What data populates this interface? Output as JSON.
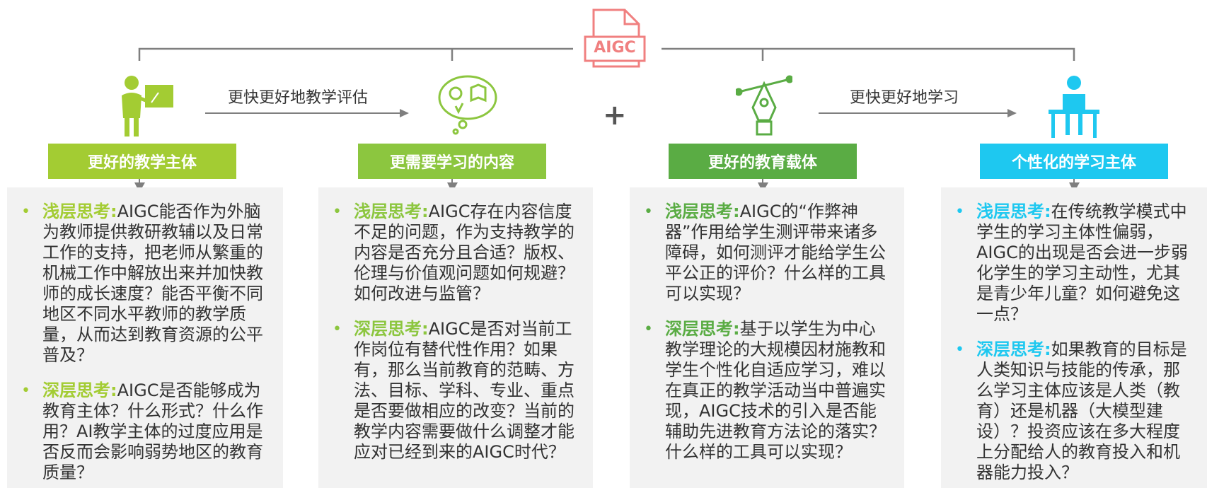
{
  "center_icon": {
    "label": "AIGC",
    "color": "#f08080"
  },
  "arrows": [
    {
      "label": "更快更好地教学评估"
    },
    {
      "label": "更快更好地学习"
    }
  ],
  "plus_symbol": "+",
  "columns": [
    {
      "title": "更好的教学主体",
      "color": "#a3cc33",
      "icon": "teacher-icon",
      "items": [
        {
          "label": "浅层思考:",
          "text": "AIGC能否作为外脑为教师提供教研教辅以及日常工作的支持，把老师从繁重的机械工作中解放出来并加快教师的成长速度？能否平衡不同地区不同水平教师的教学质量，从而达到教育资源的公平普及？"
        },
        {
          "label": "深层思考:",
          "text": "AIGC是否能够成为教育主体？什么形式？什么作用？AI教学主体的过度应用是否反而会影响弱势地区的教育质量？"
        }
      ]
    },
    {
      "title": "更需要学习的内容",
      "color": "#8cc63f",
      "icon": "thinking-content-icon",
      "items": [
        {
          "label": "浅层思考:",
          "text": "AIGC存在内容信度不足的问题，作为支持教学的内容是否充分且合适？版权、伦理与价值观问题如何规避？如何改进与监管？"
        },
        {
          "label": "深层思考:",
          "text": "AIGC是否对当前工作岗位有替代性作用？如果有，那么当前教育的范畴、方法、目标、学科、专业、重点是否要做相应的改变？当前的教学内容需要做什么调整才能应对已经到来的AIGC时代？"
        }
      ]
    },
    {
      "title": "更好的教育载体",
      "color": "#5aac44",
      "icon": "pen-tool-icon",
      "items": [
        {
          "label": "浅层思考:",
          "text": "AIGC的“作弊神器”作用给学生测评带来诸多障碍，如何测评才能给学生公平公正的评价？什么样的工具可以实现？"
        },
        {
          "label": "深层思考:",
          "text": "基于以学生为中心教学理论的大规模因材施教和学生个性化自适应学习，难以在真正的教学活动当中普遍实现，AIGC技术的引入是否能辅助先进教育方法论的落实？什么样的工具可以实现？"
        }
      ]
    },
    {
      "title": "个性化的学习主体",
      "color": "#1ec8f0",
      "icon": "student-icon",
      "items": [
        {
          "label": "浅层思考:",
          "text": "在传统教学模式中学生的学习主体性偏弱，AIGC的出现是否会进一步弱化学生的学习主动性，尤其是青少年儿童？如何避免这一点？"
        },
        {
          "label": "深层思考:",
          "text": "如果教育的目标是人类知识与技能的传承，那么学习主体应该是人类（教育）还是机器（大模型建设）？投资应该在多大程度上分配给人的教育投入和机器能力投入？"
        }
      ]
    }
  ]
}
